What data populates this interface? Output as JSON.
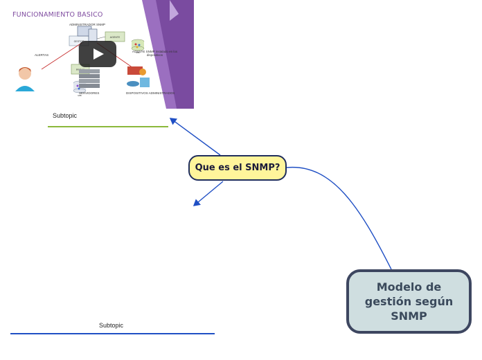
{
  "central_topic": {
    "label": "Que es el SNMP?"
  },
  "main_topic": {
    "label": "Modelo de gestión según SNMP"
  },
  "subtopics": [
    {
      "label": "Subtopic",
      "underline_color": "#8bb83a"
    },
    {
      "label": "Subtopic",
      "underline_color": "#1f4fc4"
    }
  ],
  "mini_diagram": {
    "gestor_label": "GESTOR",
    "agente_label": "AGENTE",
    "mib_label": "MIB",
    "proxy_label": "PROXY"
  },
  "video": {
    "title": "FUNCIONAMIENTO BASICO",
    "admin_label": "ADMINISTRADOR SNMP",
    "alertas_label": "ALERTAS",
    "agente_label": "AGENTE SNMP instalado en los dispositivos",
    "servidores_label": "SERVIDORES",
    "dispositivos_label": "DISPOSITIVOS ADMINISTRADOS"
  },
  "colors": {
    "central_fill": "#fff59b",
    "main_fill": "#cfdee0",
    "connector": "#1f4fc4",
    "accent_purple": "#7e4b9f"
  }
}
